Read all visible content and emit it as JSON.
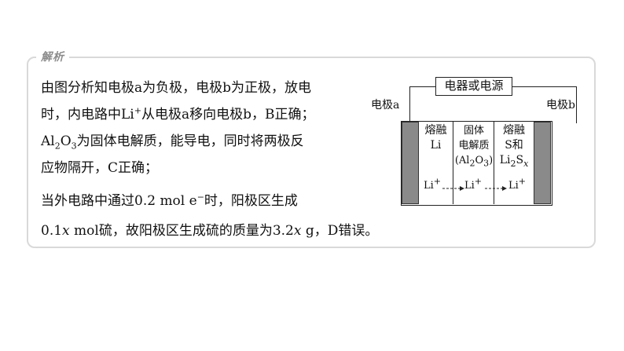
{
  "tag": "解析",
  "paragraph": {
    "l1": "由图分析知电极a为负极，电极b为正极，放电",
    "l2a": "时，内电路中Li",
    "l2sup": "+",
    "l2b": "从电极a移向电极b，B正确；",
    "l3a": "Al",
    "l3s1": "2",
    "l3b": "O",
    "l3s2": "3",
    "l3c": "为固体电解质，能导电，同时将两极反",
    "l4": "应物隔开，C正确；",
    "l5a": "当外电路中通过0.2 mol e",
    "l5sup": "−",
    "l5b": "时，阳极区生成",
    "l6a": "0.1",
    "l6x1": "x",
    "l6b": " mol硫，故阳极区生成硫的质量为3.2",
    "l6x2": "x",
    "l6c": " g，D错误。"
  },
  "diagram": {
    "source_label": "电器或电源",
    "electrode_a": "电极a",
    "electrode_b": "电极b",
    "left_region": [
      "熔融",
      "Li"
    ],
    "mid_region": [
      "固体",
      "电解质",
      "(Al",
      "2",
      "O",
      "3",
      ")"
    ],
    "right_region": [
      "熔融",
      "S和",
      "Li",
      "2",
      "S",
      "x"
    ],
    "ion": "Li",
    "ion_charge": "+"
  }
}
